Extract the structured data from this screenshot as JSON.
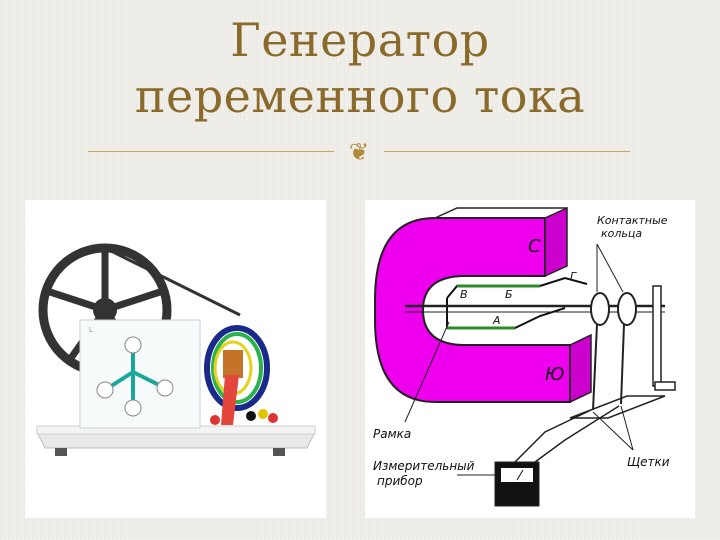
{
  "slide": {
    "title_line1": "Генератор",
    "title_line2": "переменного тока",
    "ornament": "❦"
  },
  "diagram": {
    "label_contact_rings_1": "Контактные",
    "label_contact_rings_2": "кольца",
    "label_pole_s": "С",
    "label_pole_n": "Ю",
    "label_g": "Г",
    "label_v": "В",
    "label_b": "Б",
    "label_a": "А",
    "label_frame": "Рамка",
    "label_meter_1": "Измерительный",
    "label_meter_2": "прибор",
    "label_brushes": "Щетки"
  },
  "colors": {
    "title": "#8a6a2b",
    "divider": "#caa85c",
    "magnet": "#ee00ee"
  }
}
